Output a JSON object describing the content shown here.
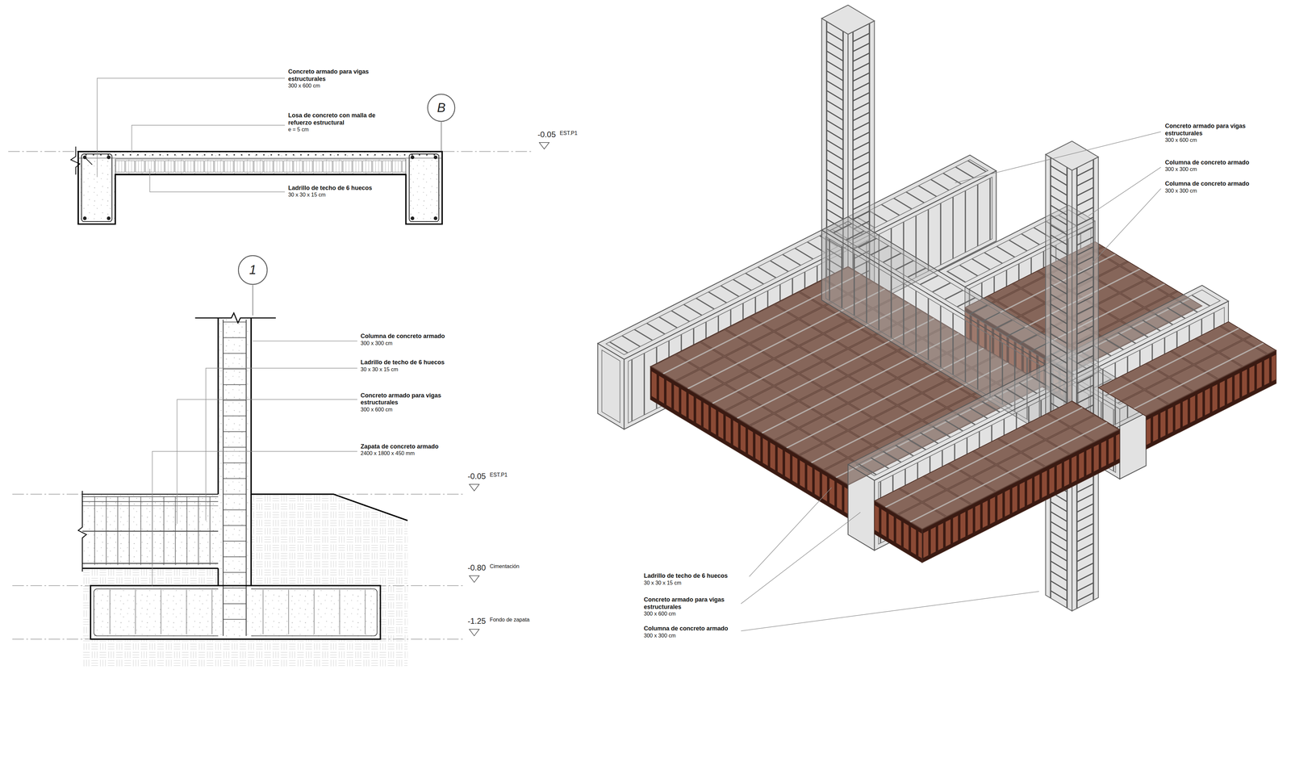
{
  "diagram": {
    "nodes": [
      {
        "text": [
          "B"
        ]
      },
      {
        "text": [
          "1"
        ]
      }
    ],
    "labels": [
      "Concreto armado para vigas estructurales",
      "300 x 600 cm",
      "Losa de concreto con malla de refuerzo estructural",
      "e = 5 cm",
      "Ladrillo de techo de 6 huecos",
      "30 x 30 x 15 cm",
      "-0.05",
      "EST.P1",
      "Columna de concreto armado",
      "300 x 300 cm",
      "Ladrillo de techo de 6 huecos",
      "30 x 30 x 15 cm",
      "Concreto armado para vigas estructurales",
      "300 x 600 cm",
      "Zapata de concreto armado",
      "2400 x 1800 x 450 mm",
      "-0.05",
      "EST.P1",
      "-0.80",
      "Cimentación",
      "-1.25",
      "Fondo de zapata",
      "Concreto armado para vigas estructurales",
      "300 x 600 cm",
      "Columna de concreto armado",
      "300 x 300 cm",
      "Columna de concreto armado",
      "300 x 300 cm",
      "Ladrillo de techo de 6 huecos",
      "30 x 30 x 15 cm",
      "Concreto armado para vigas estructurales",
      "300 x 600 cm",
      "Columna de concreto armado",
      "300 x 300 cm"
    ]
  }
}
